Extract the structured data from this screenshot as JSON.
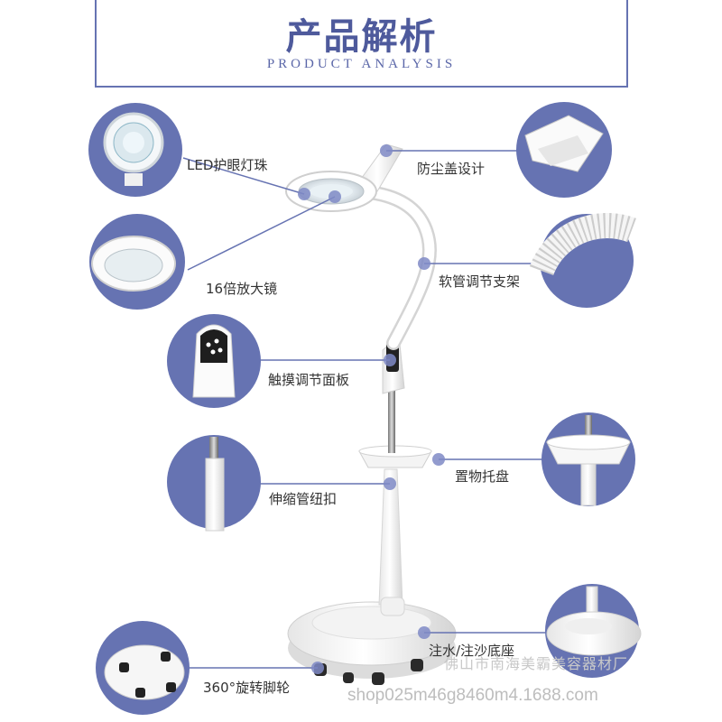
{
  "header": {
    "title_cn": "产品解析",
    "title_en": "PRODUCT ANALYSIS"
  },
  "features": {
    "led": "LED护眼灯珠",
    "dust_cover": "防尘盖设计",
    "magnifier": "16倍放大镜",
    "hose": "软管调节支架",
    "touch_panel": "触摸调节面板",
    "telescopic": "伸缩管纽扣",
    "tray": "置物托盘",
    "base": "注水/注沙底座",
    "wheels": "360°旋转脚轮"
  },
  "watermarks": {
    "store_cn": "佛山市南海美霸美容器材厂",
    "store_url": "shop025m46g8460m4.1688.com"
  },
  "colors": {
    "accent": "#6673b2",
    "title": "#4e5a9c"
  }
}
